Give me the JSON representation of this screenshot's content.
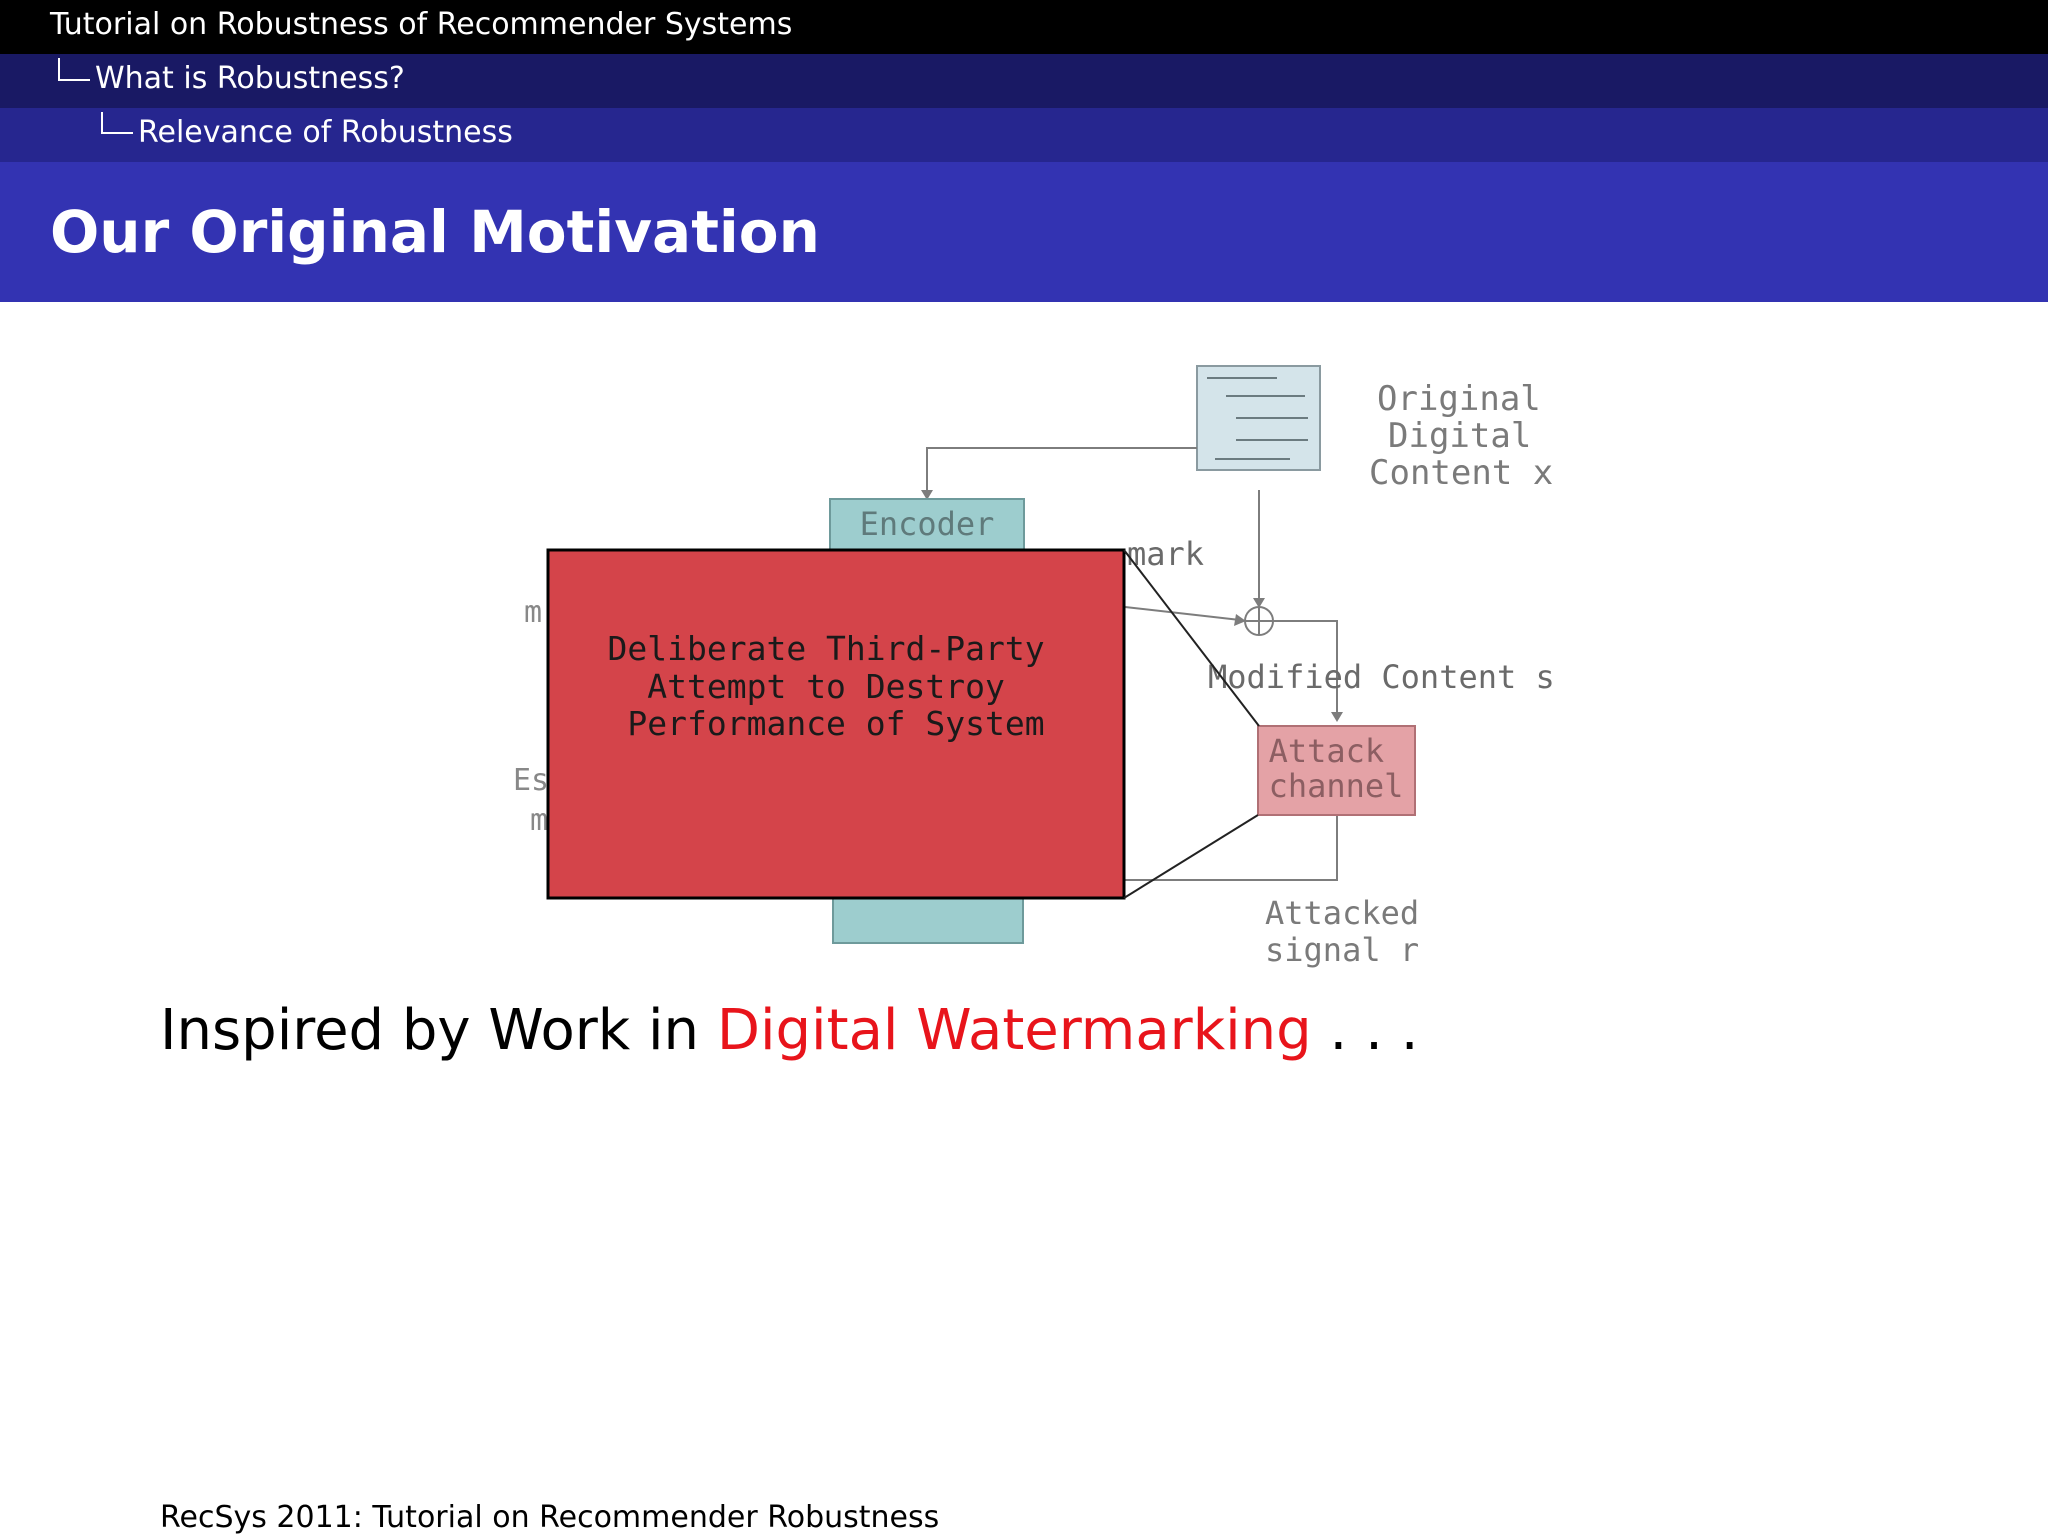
{
  "header": {
    "course": "Tutorial on Robustness of Recommender Systems",
    "section": "What is Robustness?",
    "subsection": "Relevance of Robustness"
  },
  "frame_title": "Our Original Motivation",
  "diagram": {
    "original_content_label": [
      "Original",
      "Digital",
      "Content x"
    ],
    "encoder_label": "Encoder",
    "watermark_label": "mark",
    "modified_content_label": "Modified Content s",
    "attack_channel_label": [
      "Attack",
      "channel"
    ],
    "attacked_signal_label": [
      "Attacked",
      "signal r"
    ],
    "overlay_label": [
      "Deliberate Third-Party",
      "Attempt to Destroy",
      "Performance of System"
    ],
    "left_fragments": [
      "m",
      "Es",
      "m"
    ],
    "colors": {
      "overlay_red": "#d4444a",
      "encoder_teal": "#9dcdce",
      "attack_pink": "#e4a2a6",
      "document_blue": "#d4e4ea"
    }
  },
  "caption": {
    "prefix": "Inspired by Work in ",
    "highlight": "Digital Watermarking",
    "suffix": " . . .",
    "highlight_color": "#e8141b"
  },
  "footer": "RecSys 2011: Tutorial on Recommender Robustness"
}
